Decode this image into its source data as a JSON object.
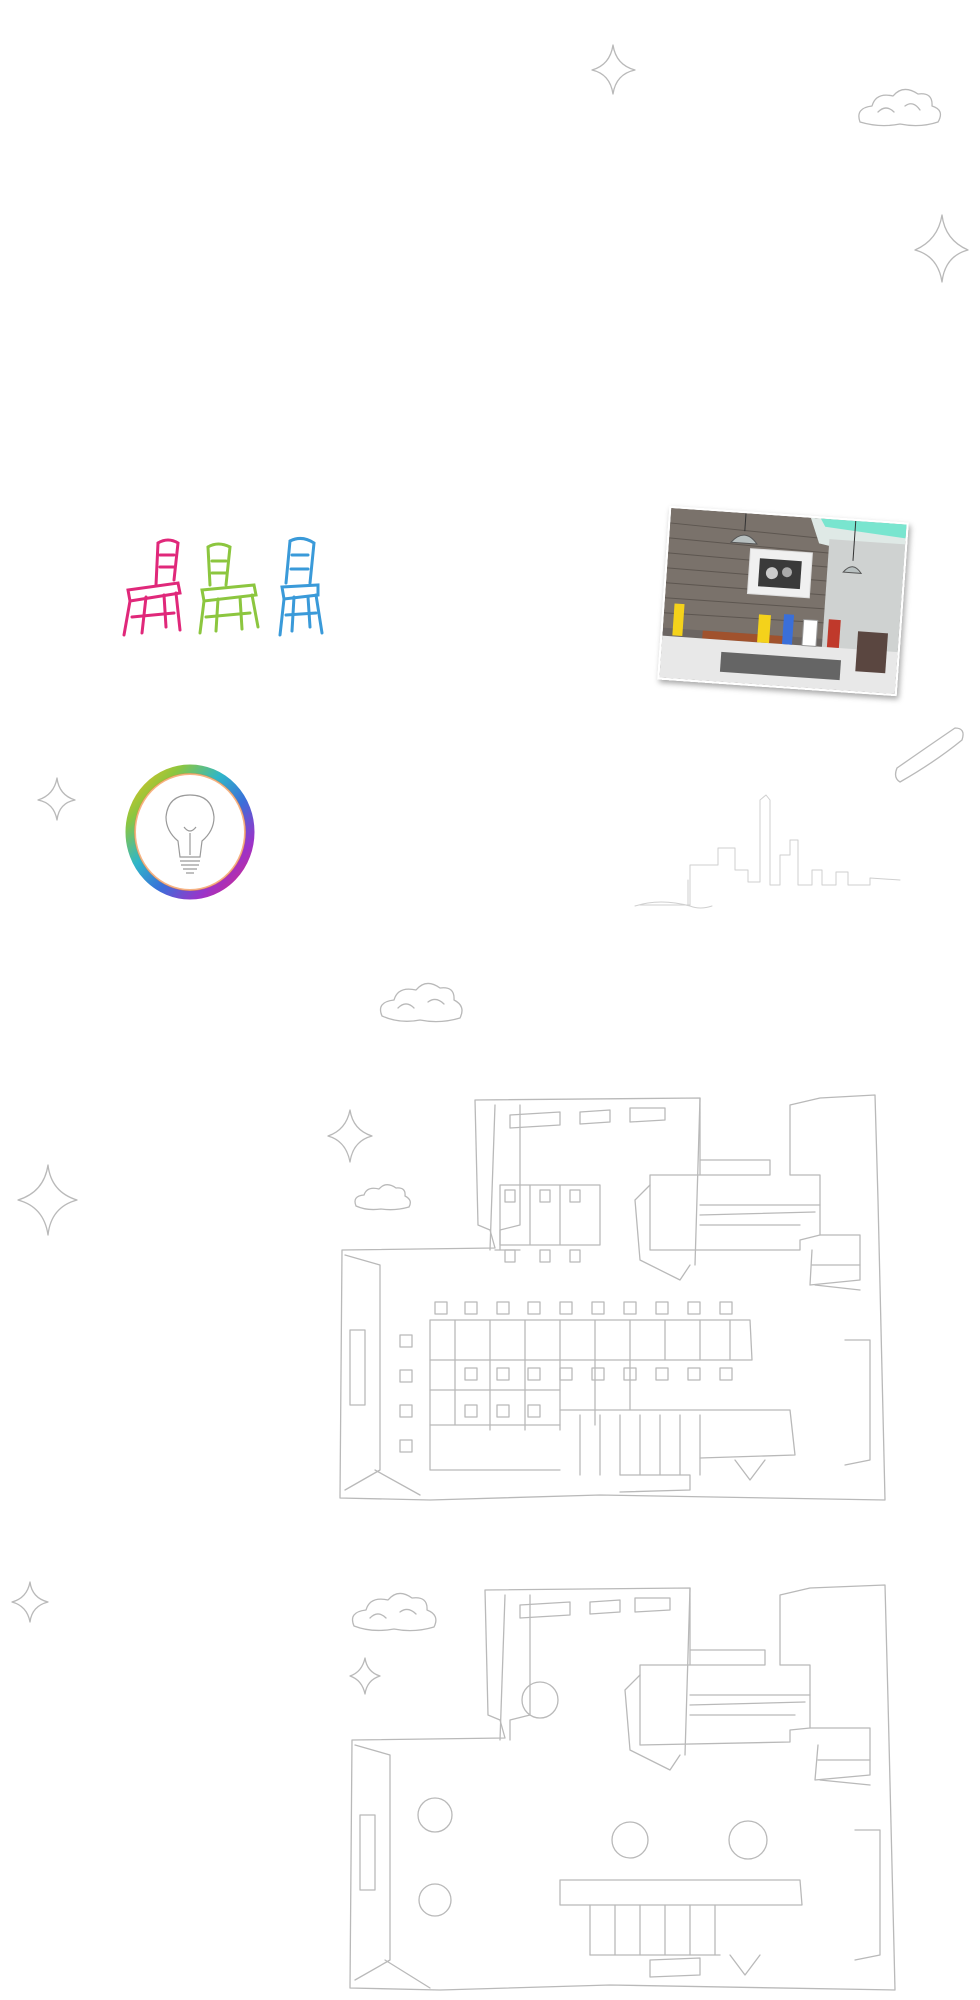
{
  "decorations": {
    "sparkle_icon": "sparkle-icon",
    "cloud_icon": "cloud-icon",
    "chairs_icon": "chairs-icon",
    "lightbulb_icon": "lightbulb-icon",
    "skyline_icon": "city-skyline-icon",
    "floor_plan_seated": "floor-plan-tables",
    "floor_plan_standing": "floor-plan-round-tables"
  },
  "colors": {
    "chair_pink": "#e0287a",
    "chair_green": "#8cc63f",
    "chair_blue": "#3a9ad9",
    "sketch_gray": "#b9b9b9",
    "photo_accent": "#5fe3c9"
  },
  "photo": {
    "description_name": "venue-photo"
  }
}
